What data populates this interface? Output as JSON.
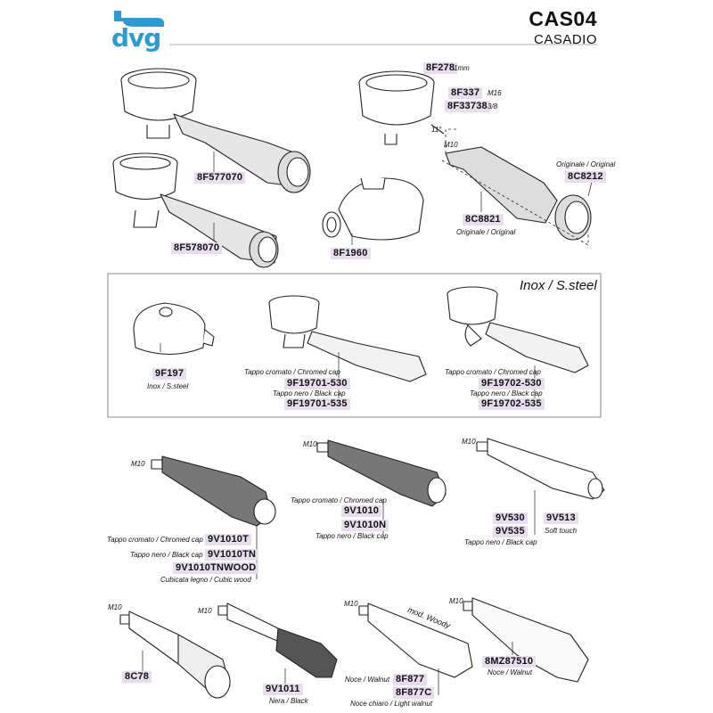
{
  "header": {
    "logo_text": "dvg",
    "model": "CAS04",
    "brand": "CASADIO",
    "accent": "#2b9bd6"
  },
  "top": {
    "p1": {
      "code": "8F577070"
    },
    "p2": {
      "code": "8F578070"
    },
    "p3": {
      "code": "8F1960"
    },
    "p4": {
      "gasket_code": "8F278",
      "gasket_note": "1mm",
      "spout_code_a": "8F337",
      "spout_note_a": "M16",
      "spout_code_b": "8F33738",
      "spout_note_b": "3/8",
      "angle_note": "11°",
      "thread_note": "M10",
      "handle_code": "8C8821",
      "handle_note": "Originale / Original",
      "cap_note": "Originale / Original",
      "cap_code": "8C8212"
    }
  },
  "inox": {
    "title": "Inox / S.steel",
    "p1": {
      "code": "9F197",
      "note": "Inox / S.steel"
    },
    "p2": {
      "note_a": "Tappo cromato / Chromed cap",
      "code_a": "9F19701-530",
      "note_b": "Tappo nero / Black cap",
      "code_b": "9F19701-535"
    },
    "p3": {
      "note_a": "Tappo cromato / Chromed cap",
      "code_a": "9F19702-530",
      "note_b": "Tappo nero / Black cap",
      "code_b": "9F19702-535"
    }
  },
  "handles": {
    "h1": {
      "thread": "M10",
      "note_a": "Tappo cromato / Chromed cap",
      "code_a": "9V1010T",
      "note_b": "Tappo nero / Black cap",
      "code_b": "9V1010TN",
      "code_c": "9V1010TNWOOD",
      "note_c": "Cubicata legno / Cubic wood"
    },
    "h2": {
      "thread": "M10",
      "note_a": "Tappo cromato / Chromed cap",
      "code_a": "9V1010",
      "code_b": "9V1010N",
      "note_b": "Tappo nero / Black cap"
    },
    "h3": {
      "thread": "M10",
      "code_a": "9V530",
      "code_b": "9V535",
      "note_b": "Tappo nero / Black cap",
      "code_c": "9V513",
      "note_c": "Soft touch"
    }
  },
  "bottom": {
    "b1": {
      "thread": "M10",
      "code": "8C78"
    },
    "b2": {
      "thread": "M10",
      "code": "9V1011",
      "note": "Nera / Black"
    },
    "b3": {
      "thread": "M10",
      "model_note": "mod. Woody",
      "note_a": "Noce / Walnut",
      "code_a": "8F877",
      "code_b": "8F877C",
      "note_b": "Noce chiaro / Light walnut"
    },
    "b4": {
      "thread": "M10",
      "code": "8MZ87510",
      "note": "Noce / Walnut"
    }
  }
}
